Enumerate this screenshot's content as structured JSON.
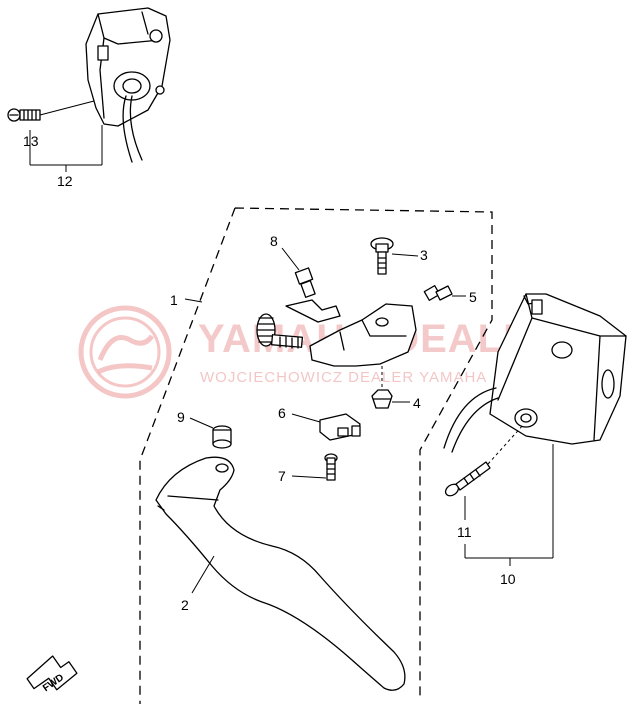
{
  "callouts": {
    "c1": "1",
    "c2": "2",
    "c3": "3",
    "c4": "4",
    "c5": "5",
    "c6": "6",
    "c7": "7",
    "c8": "8",
    "c9": "9",
    "c10": "10",
    "c11": "11",
    "c12": "12",
    "c13": "13"
  },
  "watermark": {
    "brand": "YAMAHA-DEALER.PL",
    "subtitle": "WOJCIECHOWICZ DEALER YAMAHA",
    "color": "#f1b8b8"
  },
  "direction_badge": {
    "label": "FWD"
  }
}
